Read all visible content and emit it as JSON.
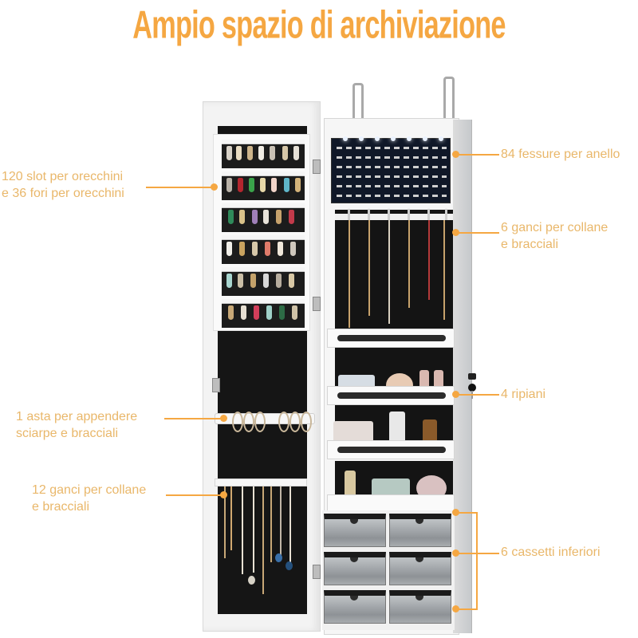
{
  "title": "Ampio spazio di archiviazione",
  "colors": {
    "accent": "#F5A742",
    "label_text": "#E9B76A",
    "background": "#FFFFFF",
    "cabinet_white": "#F6F6F6",
    "lining_black": "#141414",
    "ring_tray": "#101828"
  },
  "callouts": {
    "left": [
      {
        "id": "earrings",
        "lines": [
          "120 slot per orecchini",
          "e 36 fori per orecchini"
        ]
      },
      {
        "id": "scarf-rod",
        "lines": [
          "1 asta per appendere",
          "sciarpe e bracciali"
        ]
      },
      {
        "id": "door-hooks",
        "lines": [
          "12 ganci per collane",
          "e bracciali"
        ]
      }
    ],
    "right": [
      {
        "id": "ring-slots",
        "lines": [
          "84 fessure per anello"
        ]
      },
      {
        "id": "cabinet-hooks",
        "lines": [
          "6 ganci per collane",
          "e bracciali"
        ]
      },
      {
        "id": "shelves",
        "lines": [
          "4 ripiani"
        ]
      },
      {
        "id": "drawers",
        "lines": [
          "6 cassetti inferiori"
        ]
      }
    ]
  },
  "product": {
    "earring_bars": 6,
    "ring_rows": 6,
    "cabinet_hooks": 6,
    "door_hooks": 12,
    "shelves": 4,
    "drawers": {
      "rows": 3,
      "columns": 2
    }
  }
}
